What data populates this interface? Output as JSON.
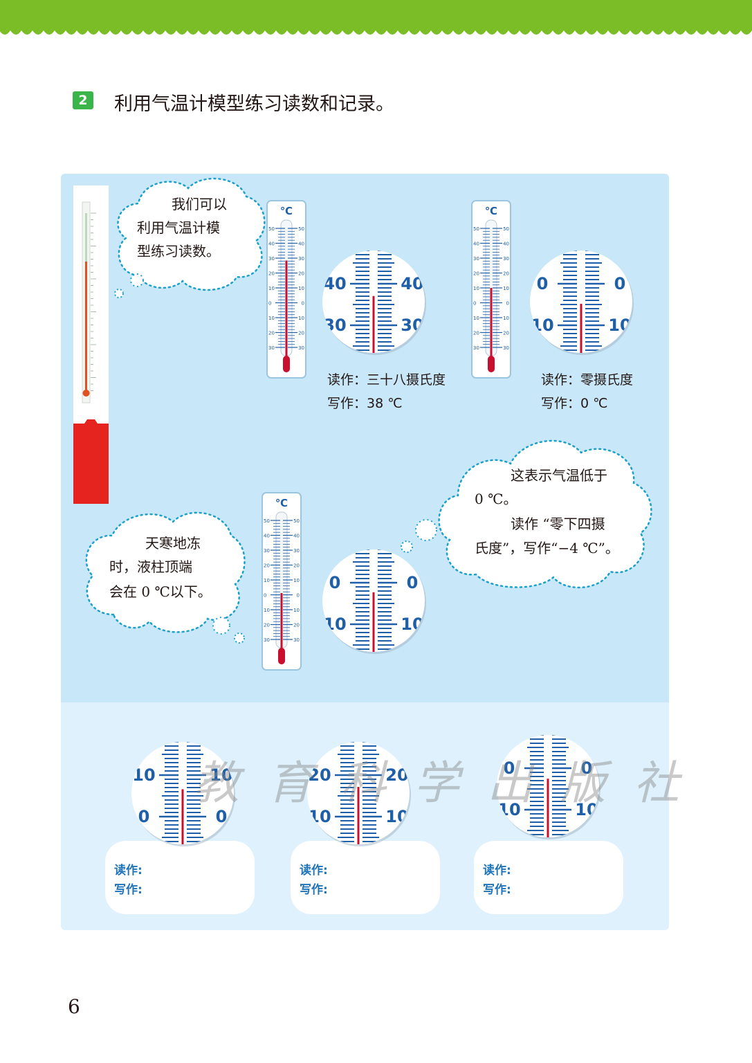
{
  "colors": {
    "green": "#7bbd26",
    "badge": "#3bb54a",
    "blue": "#1f5fa8",
    "red": "#c8102e",
    "bubble_border": "#1aa0c9"
  },
  "question": {
    "number": "2",
    "text": "利用气温计模型练习读数和记录。"
  },
  "bubble1": {
    "lines": [
      "我们可以",
      "利用气温计模",
      "型练习读数。"
    ]
  },
  "bubble2": {
    "lines": [
      "这表示气温低于",
      "0 ℃。",
      "读作 “零下四摄",
      "氏度”，写作“−4 ℃”。"
    ]
  },
  "bubble3": {
    "lines": [
      "天寒地冻",
      "时，液柱顶端",
      "会在 0 ℃以下。"
    ]
  },
  "thermometer_scale": {
    "unit": "℃",
    "left_ticks": [
      "50",
      "40",
      "30",
      "20",
      "10",
      "0",
      "10",
      "20",
      "30"
    ],
    "right_ticks": [
      "50",
      "40",
      "30",
      "20",
      "10",
      "0",
      "10",
      "20",
      "30"
    ]
  },
  "examples": [
    {
      "read_label": "读作：",
      "read_value": "三十八摄氏度",
      "write_label": "写作：",
      "write_value": "38 ℃",
      "zoom_top": "40",
      "zoom_bottom": "30"
    },
    {
      "read_label": "读作：",
      "read_value": "零摄氏度",
      "write_label": "写作：",
      "write_value": "0 ℃",
      "zoom_top": "0",
      "zoom_bottom": "10"
    },
    {
      "zoom_top": "0",
      "zoom_bottom": "10"
    }
  ],
  "exercises": [
    {
      "zoom_top": "10",
      "zoom_bottom": "0",
      "read_label": "读作:",
      "write_label": "写作:"
    },
    {
      "zoom_top": "20",
      "zoom_bottom": "10",
      "read_label": "读作:",
      "write_label": "写作:"
    },
    {
      "zoom_top": "0",
      "zoom_bottom": "10",
      "read_label": "读作:",
      "write_label": "写作:"
    }
  ],
  "watermark": "教育科学出版社",
  "page_number": "6"
}
